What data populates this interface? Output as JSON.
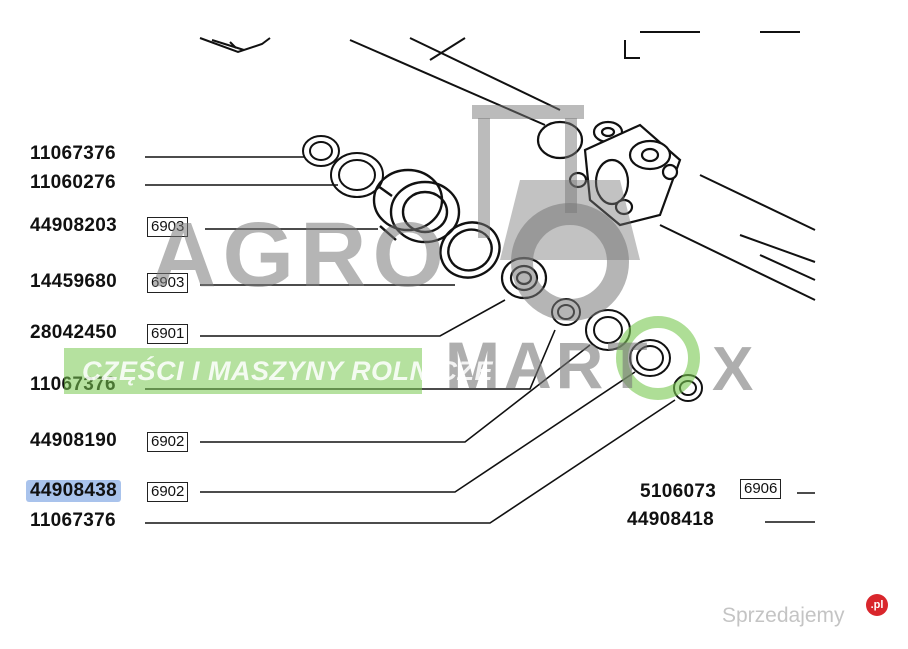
{
  "callouts_left": [
    {
      "part_number": "11067376",
      "tag": ""
    },
    {
      "part_number": "11060276",
      "tag": ""
    },
    {
      "part_number": "44908203",
      "tag": "6903"
    },
    {
      "part_number": "14459680",
      "tag": "6903"
    },
    {
      "part_number": "28042450",
      "tag": "6901"
    },
    {
      "part_number": "11067376",
      "tag": ""
    },
    {
      "part_number": "44908190",
      "tag": "6902"
    },
    {
      "part_number": "44908438",
      "tag": "6902"
    },
    {
      "part_number": "11067376",
      "tag": ""
    }
  ],
  "callouts_right": [
    {
      "part_number": "5106073",
      "tag": "6906"
    },
    {
      "part_number": "44908418",
      "tag": ""
    }
  ],
  "selected_index": 7,
  "watermark": {
    "agro": "AGRO",
    "mart": "MART",
    "x": "X",
    "banner": "CZĘŚCI I MASZYNY ROLNICZE",
    "site": "Sprzedajemy",
    "site_badge": ".pl"
  },
  "colors": {
    "line": "#111111",
    "selected_highlight": "#a9c3ec",
    "watermark_gray": "#787878",
    "watermark_green": "#78c850",
    "site_badge": "#d9262c"
  }
}
